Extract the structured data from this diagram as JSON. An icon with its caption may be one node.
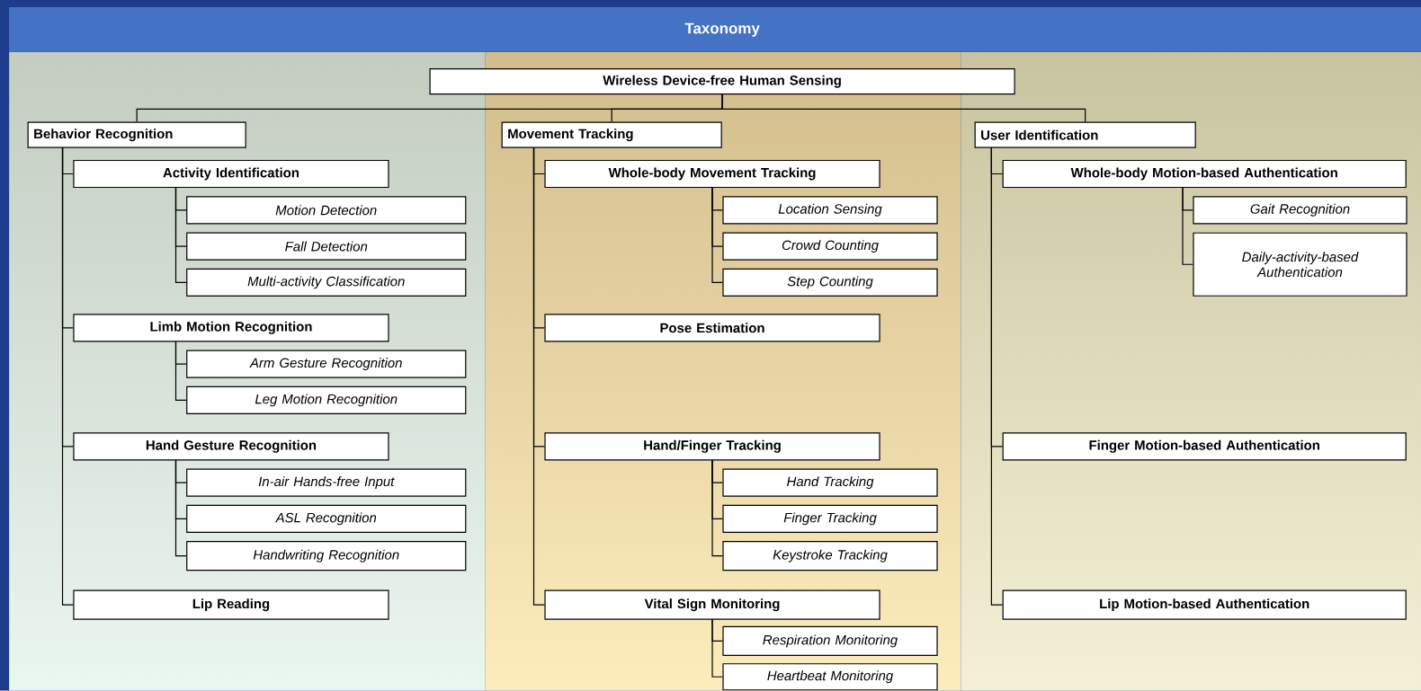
{
  "diagram": {
    "title": "Taxonomy",
    "nodes": [
      {
        "text": [
          "Wireless Device-free Human Sensing"
        ]
      },
      {
        "text": [
          "Behavior Recognition"
        ]
      },
      {
        "text": [
          "Activity Identification"
        ]
      },
      {
        "text": [
          "Motion Detection"
        ]
      },
      {
        "text": [
          "Fall Detection"
        ]
      },
      {
        "text": [
          "Multi-activity Classification"
        ]
      },
      {
        "text": [
          "Limb Motion Recognition"
        ]
      },
      {
        "text": [
          "Arm Gesture Recognition"
        ]
      },
      {
        "text": [
          "Leg Motion Recognition"
        ]
      },
      {
        "text": [
          "Hand Gesture Recognition"
        ]
      },
      {
        "text": [
          "In-air Hands-free Input"
        ]
      },
      {
        "text": [
          "ASL Recognition"
        ]
      },
      {
        "text": [
          "Handwriting Recognition"
        ]
      },
      {
        "text": [
          "Lip Reading"
        ]
      },
      {
        "text": [
          "Movement Tracking"
        ]
      },
      {
        "text": [
          "Whole-body Movement Tracking"
        ]
      },
      {
        "text": [
          "Location Sensing"
        ]
      },
      {
        "text": [
          "Crowd Counting"
        ]
      },
      {
        "text": [
          "Step Counting"
        ]
      },
      {
        "text": [
          "Pose Estimation"
        ]
      },
      {
        "text": [
          "Hand/Finger Tracking"
        ]
      },
      {
        "text": [
          "Hand Tracking"
        ]
      },
      {
        "text": [
          "Finger Tracking"
        ]
      },
      {
        "text": [
          "Keystroke Tracking"
        ]
      },
      {
        "text": [
          "Vital Sign Monitoring"
        ]
      },
      {
        "text": [
          "Respiration Monitoring"
        ]
      },
      {
        "text": [
          "Heartbeat Monitoring"
        ]
      },
      {
        "text": [
          "User Identification"
        ]
      },
      {
        "text": [
          "Whole-body Motion-based Authentication"
        ]
      },
      {
        "text": [
          "Gait Recognition"
        ]
      },
      {
        "text": [
          "Daily-activity-based Authentication"
        ]
      },
      {
        "text": [
          "Finger Motion-based Authentication"
        ]
      },
      {
        "text": [
          "Lip Motion-based Authentication"
        ]
      }
    ],
    "edges": [
      {
        "from": 0,
        "to": 1,
        "arrow": "none"
      },
      {
        "from": 0,
        "to": 14,
        "arrow": "none"
      },
      {
        "from": 0,
        "to": 27,
        "arrow": "none"
      },
      {
        "from": 1,
        "to": 2,
        "arrow": "none"
      },
      {
        "from": 2,
        "to": 3,
        "arrow": "none"
      },
      {
        "from": 2,
        "to": 4,
        "arrow": "none"
      },
      {
        "from": 2,
        "to": 5,
        "arrow": "none"
      },
      {
        "from": 1,
        "to": 6,
        "arrow": "none"
      },
      {
        "from": 6,
        "to": 7,
        "arrow": "none"
      },
      {
        "from": 6,
        "to": 8,
        "arrow": "none"
      },
      {
        "from": 1,
        "to": 9,
        "arrow": "none"
      },
      {
        "from": 9,
        "to": 10,
        "arrow": "none"
      },
      {
        "from": 9,
        "to": 11,
        "arrow": "none"
      },
      {
        "from": 9,
        "to": 12,
        "arrow": "none"
      },
      {
        "from": 1,
        "to": 13,
        "arrow": "none"
      },
      {
        "from": 14,
        "to": 15,
        "arrow": "none"
      },
      {
        "from": 15,
        "to": 16,
        "arrow": "none"
      },
      {
        "from": 15,
        "to": 17,
        "arrow": "none"
      },
      {
        "from": 15,
        "to": 18,
        "arrow": "none"
      },
      {
        "from": 14,
        "to": 19,
        "arrow": "none"
      },
      {
        "from": 14,
        "to": 20,
        "arrow": "none"
      },
      {
        "from": 20,
        "to": 21,
        "arrow": "none"
      },
      {
        "from": 20,
        "to": 22,
        "arrow": "none"
      },
      {
        "from": 20,
        "to": 23,
        "arrow": "none"
      },
      {
        "from": 14,
        "to": 24,
        "arrow": "none"
      },
      {
        "from": 24,
        "to": 25,
        "arrow": "none"
      },
      {
        "from": 24,
        "to": 26,
        "arrow": "none"
      },
      {
        "from": 27,
        "to": 28,
        "arrow": "none"
      },
      {
        "from": 28,
        "to": 29,
        "arrow": "none"
      },
      {
        "from": 28,
        "to": 30,
        "arrow": "none"
      },
      {
        "from": 27,
        "to": 31,
        "arrow": "none"
      },
      {
        "from": 27,
        "to": 32,
        "arrow": "none"
      }
    ]
  }
}
